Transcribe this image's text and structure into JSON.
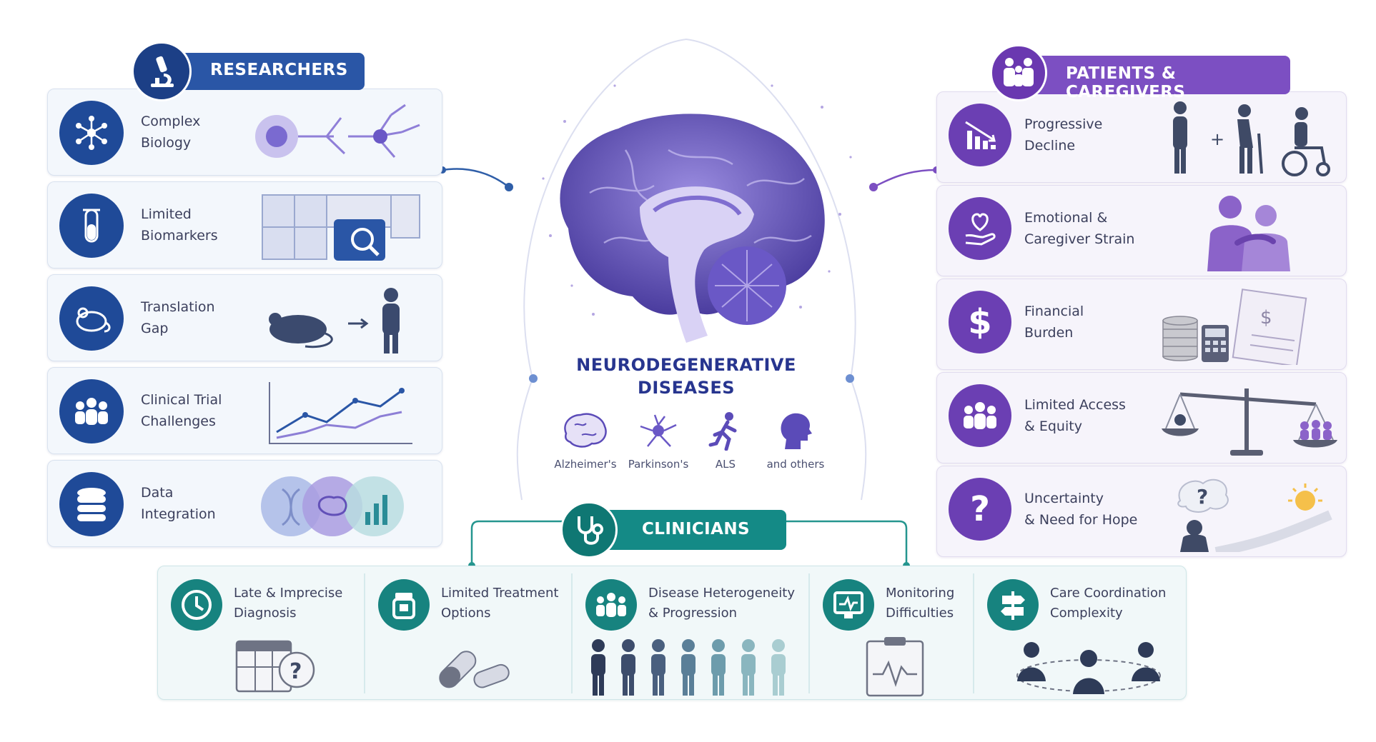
{
  "researchers": {
    "title": "RESEARCHERS",
    "accent": "#2a56a6",
    "items": [
      {
        "label": "Complex\nBiology",
        "icon": "network-nodes-icon"
      },
      {
        "label": "Limited\nBiomarkers",
        "icon": "test-tube-icon"
      },
      {
        "label": "Translation\nGap",
        "icon": "mouse-icon"
      },
      {
        "label": "Clinical Trial\nChallenges",
        "icon": "people-group-icon"
      },
      {
        "label": "Data\nIntegration",
        "icon": "database-icon"
      }
    ]
  },
  "patients": {
    "title": "PATIENTS & CAREGIVERS",
    "accent": "#7c4fc2",
    "items": [
      {
        "label": "Progressive\nDecline",
        "icon": "declining-chart-icon"
      },
      {
        "label": "Emotional &\nCaregiver Strain",
        "icon": "heart-hand-icon"
      },
      {
        "label": "Financial\nBurden",
        "icon": "dollar-icon"
      },
      {
        "label": "Limited Access\n& Equity",
        "icon": "people-group-icon"
      },
      {
        "label": "Uncertainty\n& Need for Hope",
        "icon": "question-icon"
      }
    ]
  },
  "center": {
    "title_line1": "NEURODEGENERATIVE",
    "title_line2": "DISEASES",
    "diseases": [
      "Alzheimer's",
      "Parkinson's",
      "ALS",
      "and others"
    ]
  },
  "clinicians": {
    "title": "CLINICIANS",
    "accent": "#148a86",
    "items": [
      {
        "label": "Late & Imprecise\nDiagnosis",
        "icon": "clock-icon"
      },
      {
        "label": "Limited Treatment\nOptions",
        "icon": "pill-bottle-icon"
      },
      {
        "label": "Disease Heterogeneity\n& Progression",
        "icon": "people-group-icon"
      },
      {
        "label": "Monitoring\nDifficulties",
        "icon": "monitor-pulse-icon"
      },
      {
        "label": "Care Coordination\nComplexity",
        "icon": "signpost-icon"
      }
    ]
  }
}
